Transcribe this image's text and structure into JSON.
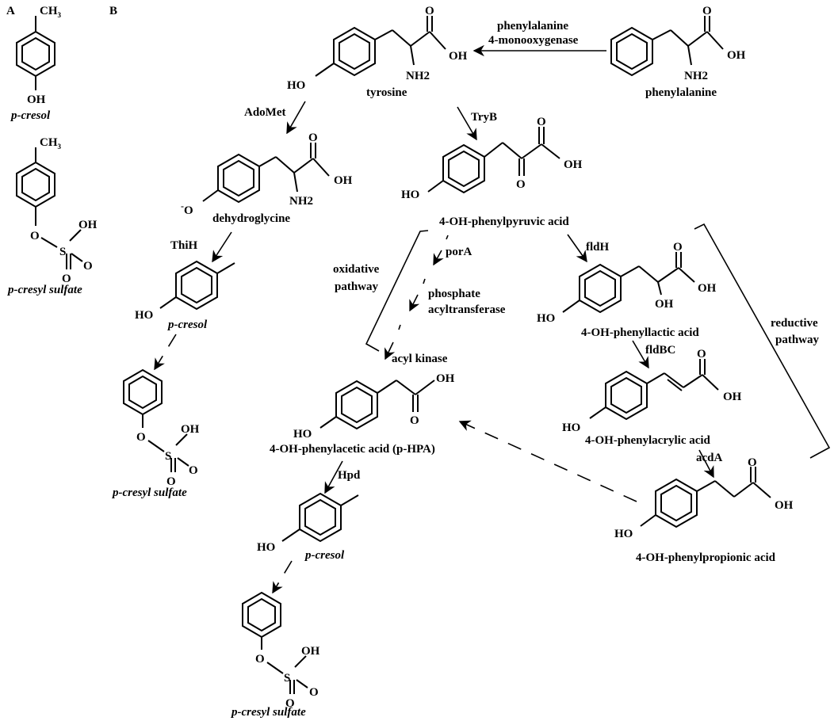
{
  "panels": {
    "a": "A",
    "b": "B"
  },
  "panel_a": {
    "compound1": "p-cresol",
    "compound2": "p-cresyl sulfate",
    "ch3": "CH",
    "ch3_sub": "3"
  },
  "atoms": {
    "oh": "OH",
    "ho": "HO",
    "o": "O",
    "nh2": "NH2",
    "s": "S",
    "o_minus": "O",
    "minus": "-"
  },
  "compounds": {
    "tyrosine": "tyrosine",
    "phenylalanine": "phenylalanine",
    "dehydroglycine": "dehydroglycine",
    "cresol": "p-cresol",
    "cresyl_sulfate": "p-cresyl sulfate",
    "phenylpyruvic": "4-OH-phenylpyruvic acid",
    "phenyllactic": "4-OH-phenyllactic acid",
    "phenylacrylic": "4-OH-phenylacrylic acid",
    "phenylacetic": "4-OH-phenylacetic acid (p-HPA)",
    "phenylpropionic": "4-OH-phenylpropionic acid"
  },
  "enzymes": {
    "phe_mono_1": "phenylalanine",
    "phe_mono_2": "4-monooxygenase",
    "adomet": "AdoMet",
    "tryb": "TryB",
    "thih": "ThiH",
    "pora": "porA",
    "phosphate_1": "phosphate",
    "phosphate_2": "acyltransferase",
    "acyl_kinase": "acyl kinase",
    "fldh": "fldH",
    "fldbc": "fldBC",
    "acda": "acdA",
    "hpd": "Hpd"
  },
  "pathways": {
    "oxidative_1": "oxidative",
    "oxidative_2": "pathway",
    "reductive_1": "reductive",
    "reductive_2": "pathway"
  }
}
